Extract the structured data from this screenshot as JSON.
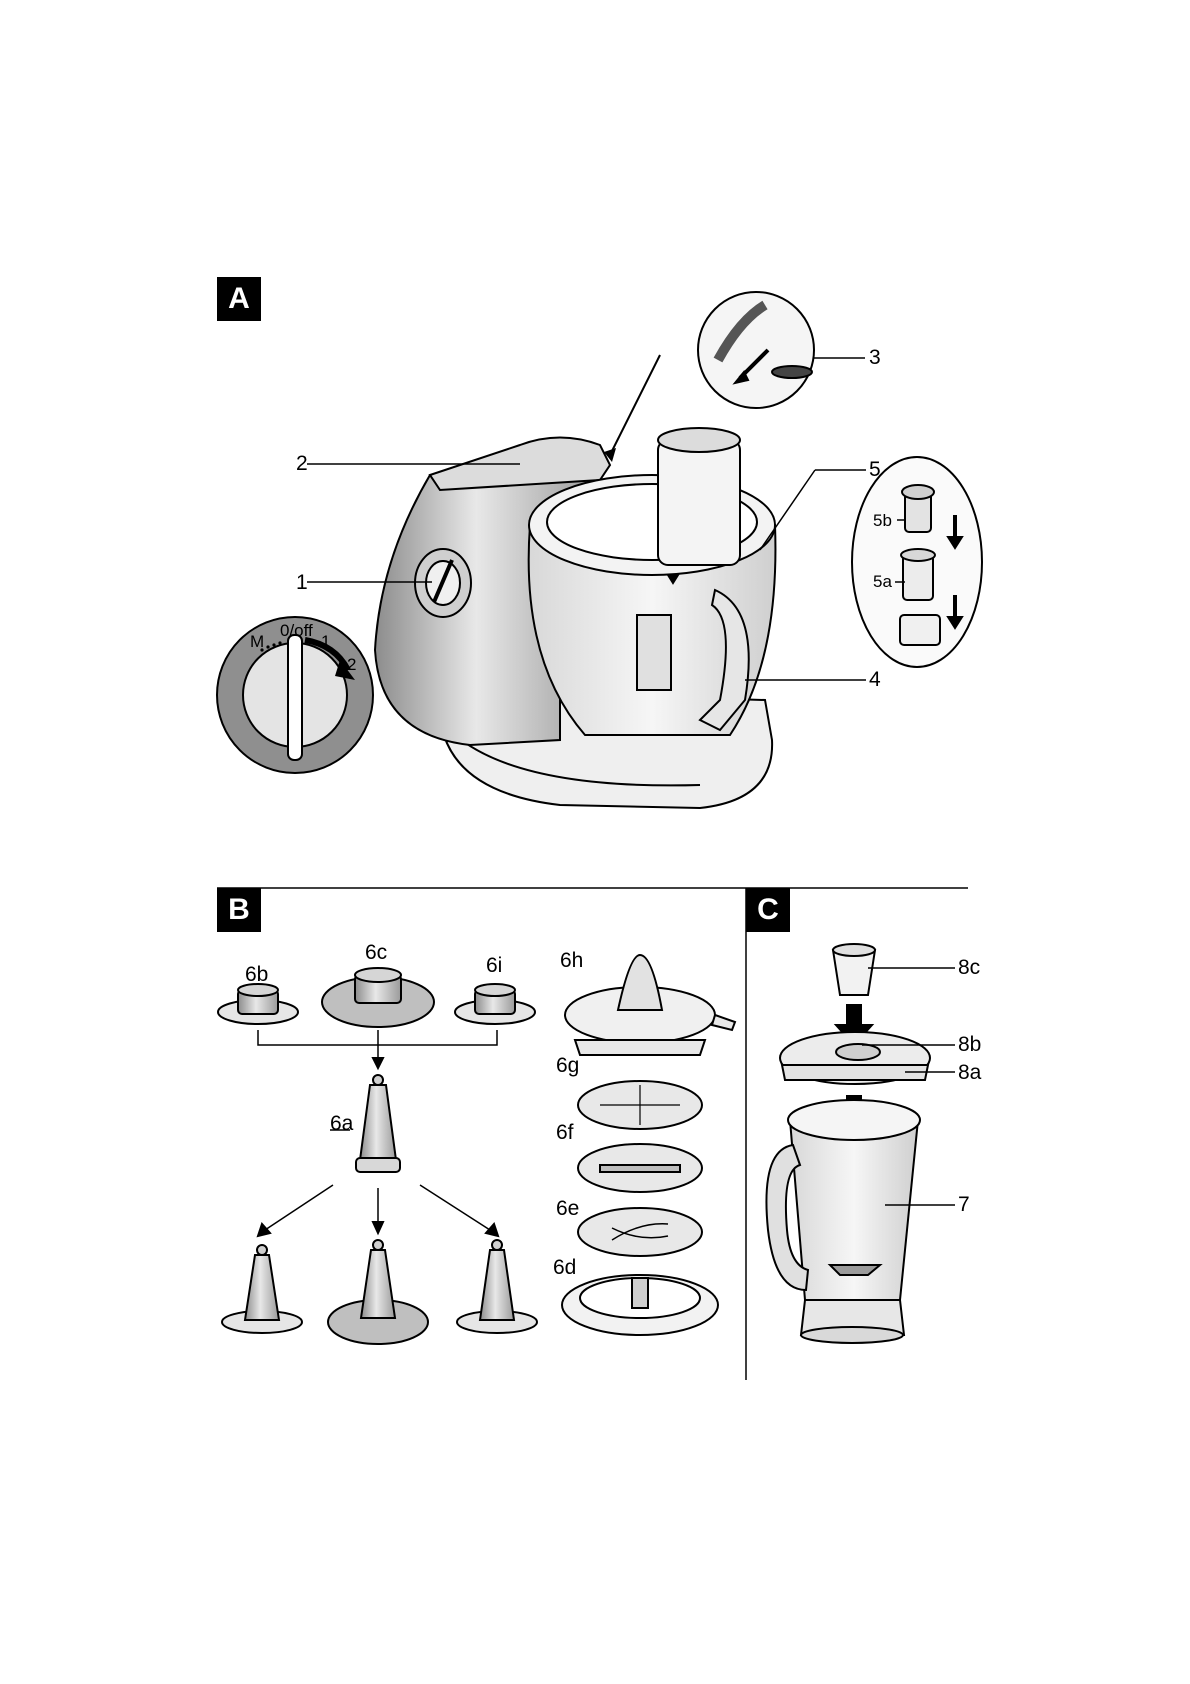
{
  "sections": {
    "a": "A",
    "b": "B",
    "c": "C"
  },
  "dial": {
    "m": "M",
    "off": "0/off",
    "one": "1",
    "two": "2"
  },
  "labels": {
    "n1": "1",
    "n2": "2",
    "n3": "3",
    "n4": "4",
    "n5": "5",
    "n5a": "5a",
    "n5b": "5b",
    "n6a": "6a",
    "n6b": "6b",
    "n6c": "6c",
    "n6d": "6d",
    "n6e": "6e",
    "n6f": "6f",
    "n6g": "6g",
    "n6h": "6h",
    "n6i": "6i",
    "n7": "7",
    "n8a": "8a",
    "n8b": "8b",
    "n8c": "8c"
  }
}
